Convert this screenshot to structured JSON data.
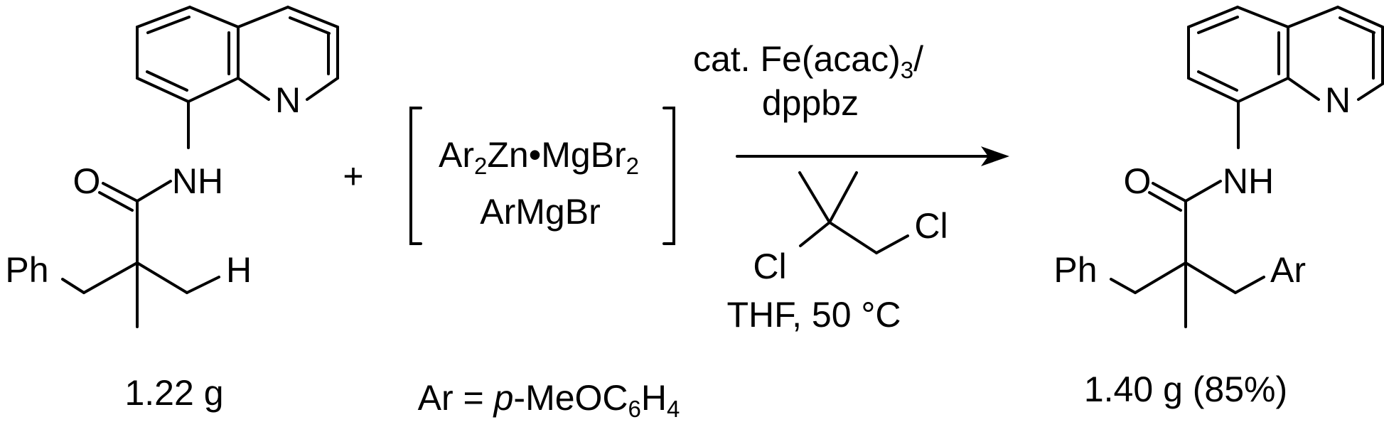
{
  "reactant": {
    "atom_n": "N",
    "atom_o": "O",
    "atom_nh": "NH",
    "atom_ph": "Ph",
    "atom_h": "H",
    "mass": "1.22 g"
  },
  "plus_sign": "+",
  "reagent": {
    "line1_main": "Ar",
    "line1_sub1": "2",
    "line1_mid": "Zn•MgBr",
    "line1_sub2": "2",
    "line2": "ArMgBr",
    "ar_def_prefix": "Ar = ",
    "ar_def_italic": "p",
    "ar_def_mid": "-MeOC",
    "ar_def_sub1": "6",
    "ar_def_h": "H",
    "ar_def_sub2": "4"
  },
  "conditions": {
    "catalyst_line1_main": "cat. Fe(acac)",
    "catalyst_line1_sub": "3",
    "catalyst_line1_slash": "/",
    "ligand": "dppbz",
    "oxidant_cl_left": "Cl",
    "oxidant_cl_right": "Cl",
    "solvent_temp": "THF, 50 °C"
  },
  "product": {
    "atom_n": "N",
    "atom_o": "O",
    "atom_nh": "NH",
    "atom_ph": "Ph",
    "atom_ar": "Ar",
    "yield_text": "1.40 g (85%)"
  }
}
